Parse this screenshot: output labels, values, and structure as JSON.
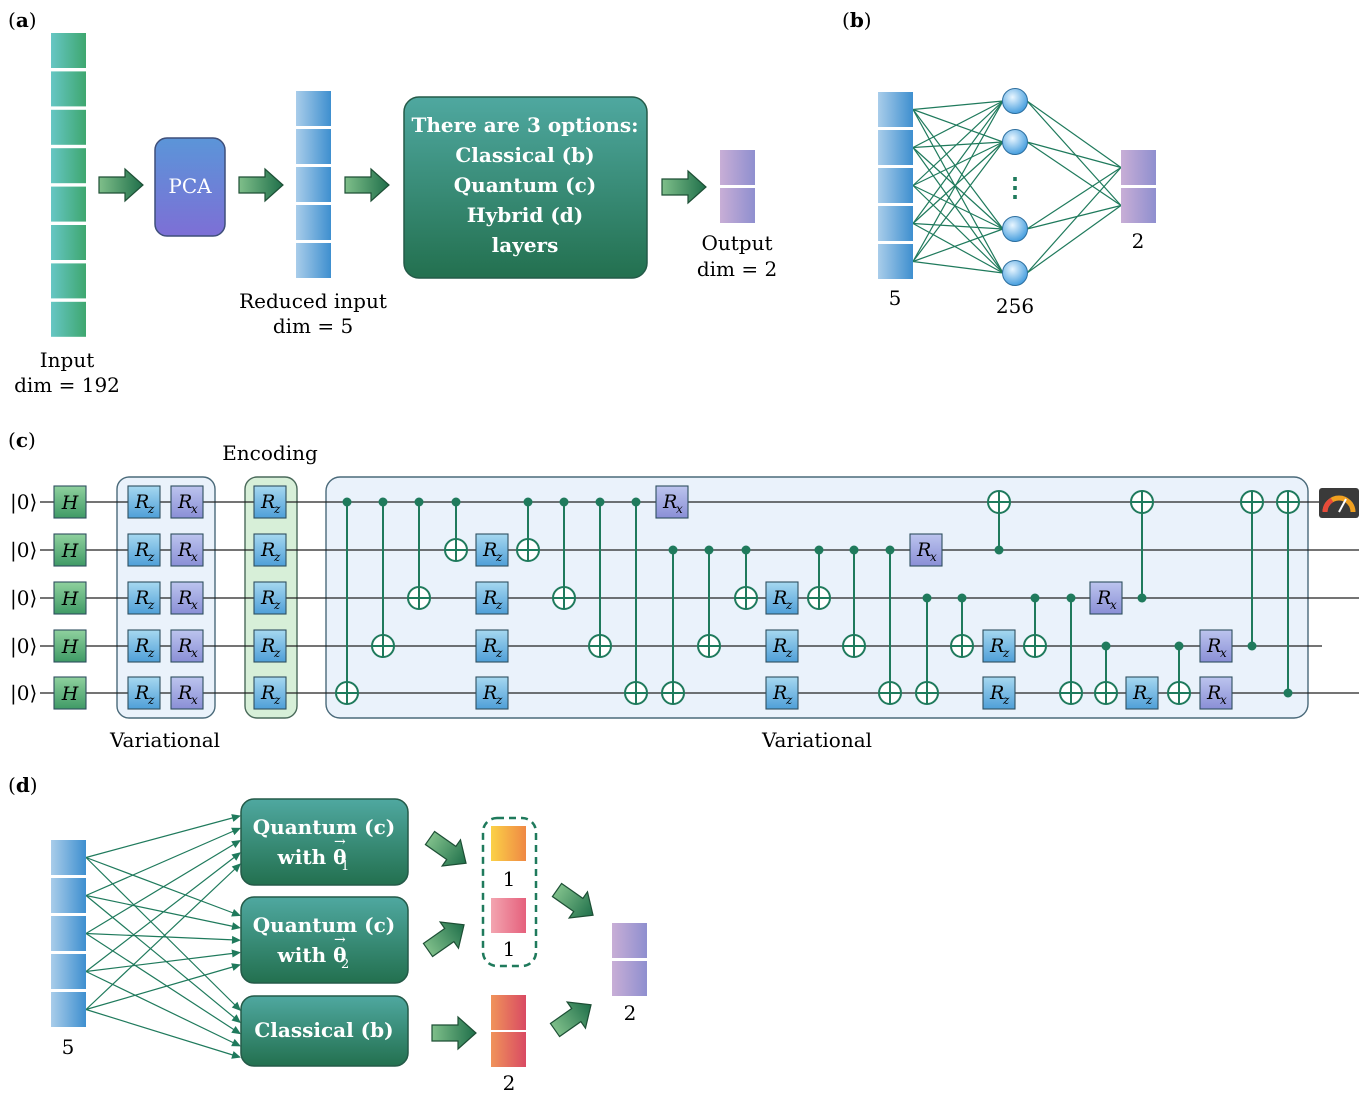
{
  "panels": {
    "a": {
      "label": "a",
      "pca": "PCA",
      "input_line1": "Input",
      "input_line2": "dim = 192",
      "reduced_line1": "Reduced input",
      "reduced_line2": "dim = 5",
      "options": [
        "There are 3 options:",
        "Classical (b)",
        "Quantum (c)",
        "Hybrid (d)",
        "layers"
      ],
      "output_line1": "Output",
      "output_line2": "dim = 2"
    },
    "b": {
      "label": "b",
      "input_count": "5",
      "hidden_count": "256",
      "output_count": "2",
      "ellipsis": "⋮"
    },
    "c": {
      "label": "c",
      "ket": "|0⟩",
      "encoding_label": "Encoding",
      "variational_left": "Variational",
      "variational_right": "Variational",
      "gate_H": "H",
      "gate_Rz": "R",
      "gate_Rz_sub": "z",
      "gate_Rx": "R",
      "gate_Rx_sub": "x"
    },
    "d": {
      "label": "d",
      "quantum1_line1": "Quantum (c)",
      "quantum1_line2": "with θ",
      "quantum1_sub": "1",
      "quantum2_line1": "Quantum (c)",
      "quantum2_line2": "with θ",
      "quantum2_sub": "2",
      "classical": "Classical (b)",
      "input_count": "5",
      "q1_out": "1",
      "q2_out": "1",
      "classical_out": "2",
      "final_out": "2"
    }
  },
  "colors": {
    "green_dark": "#2a7a5a",
    "green_wire": "#1f7a5c",
    "teal_box": "#2f8f7a",
    "pca_blue": "#6f7fd6",
    "input_teal": "#5cc1b8",
    "blue_vec": "#5aa3d9",
    "purple_vec": "#a99bd0",
    "orange_vec": "#f5a348",
    "pink_vec": "#ee7d8f",
    "variational_bg": "#eaf2fb",
    "encoding_bg": "#d7efd8"
  }
}
